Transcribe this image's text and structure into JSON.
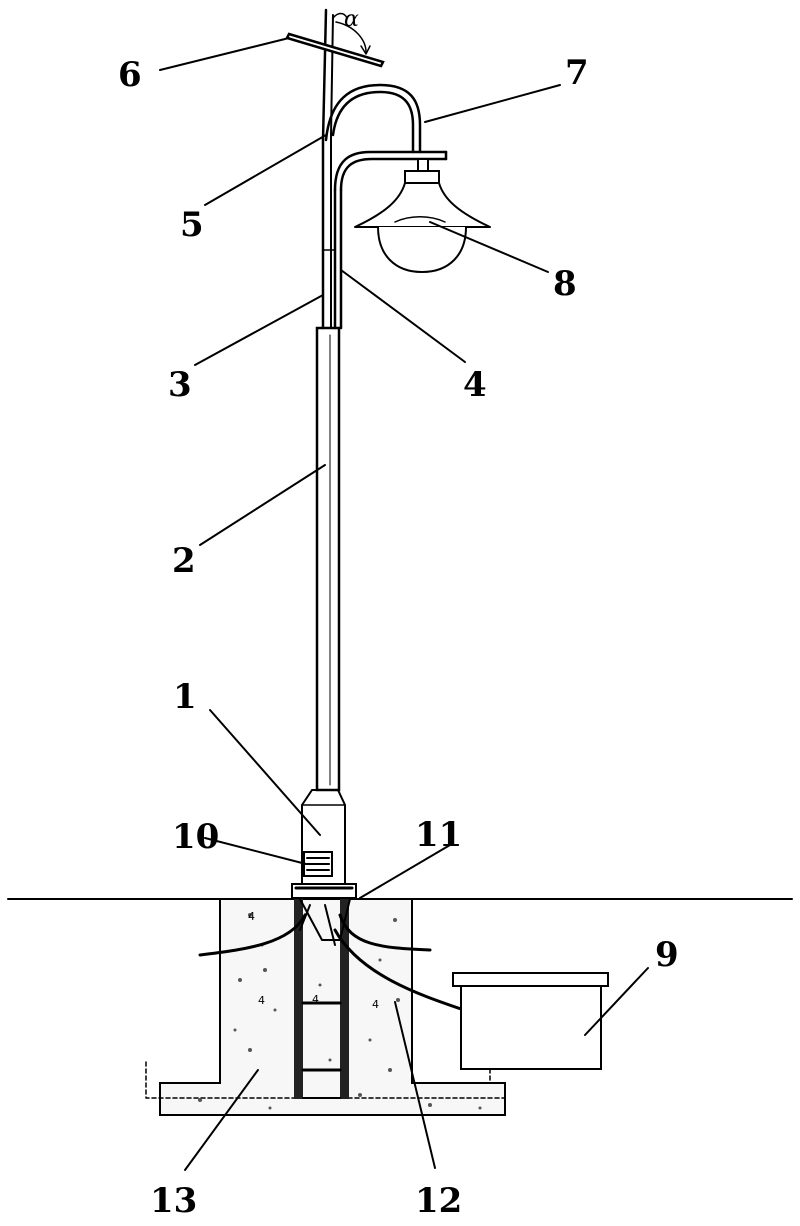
{
  "figure": {
    "angle_symbol": "α",
    "labels": {
      "l1": "1",
      "l2": "2",
      "l3": "3",
      "l4": "4",
      "l5": "5",
      "l6": "6",
      "l7": "7",
      "l8": "8",
      "l9": "9",
      "l10": "10",
      "l11": "11",
      "l12": "12",
      "l13": "13"
    }
  }
}
